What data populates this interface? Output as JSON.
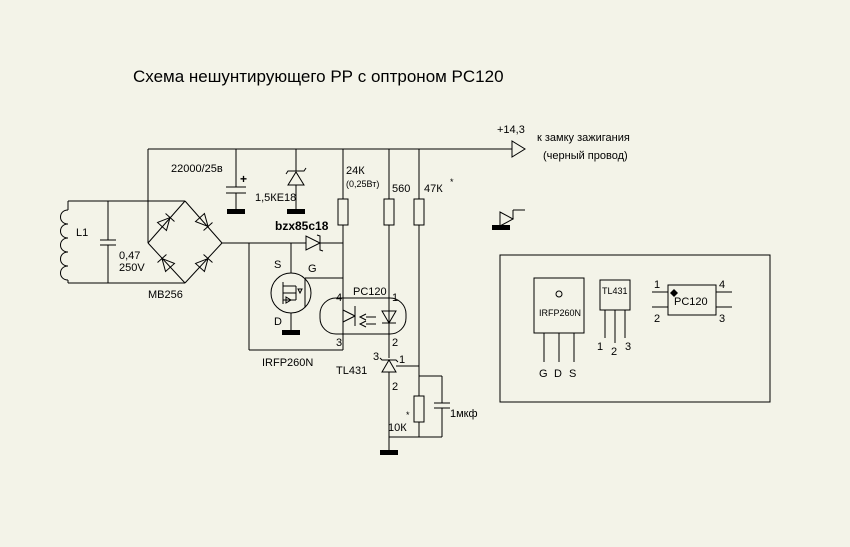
{
  "title": "Схема нешунтирующего РР с оптроном PC120",
  "output": {
    "voltage": "+14,3",
    "dest_line1": "к замку зажигания",
    "dest_line2": "(черный провод)"
  },
  "components": {
    "l1": "L1",
    "cap_in": "0,47",
    "cap_in_v": "250V",
    "bridge": "MB256",
    "cap_main": "22000/25в",
    "cap_plus": "+",
    "tvs": "1,5КЕ18",
    "zener": "bzx85c18",
    "r24k": "24К",
    "r24k_power": "(0,25Вт)",
    "r560": "560",
    "r47k": "47К",
    "r10k": "10К",
    "cap_1u": "1мкф",
    "mosfet": "IRFP260N",
    "optocoupler": "PC120",
    "tl431": "TL431",
    "star": "*"
  },
  "pins": {
    "s": "S",
    "g": "G",
    "d": "D",
    "one": "1",
    "two": "2",
    "three": "3",
    "four": "4"
  },
  "pinouts": {
    "irfp_name": "IRFP260N",
    "irfp_pins": [
      "G",
      "D",
      "S"
    ],
    "tl431_name": "TL431",
    "tl431_pins": [
      "1",
      "2",
      "3"
    ],
    "pc120_name": "PC120",
    "pc120_pins": [
      "1",
      "2",
      "3",
      "4"
    ]
  },
  "colors": {
    "background": "#f3f3e8",
    "line": "#000000"
  }
}
